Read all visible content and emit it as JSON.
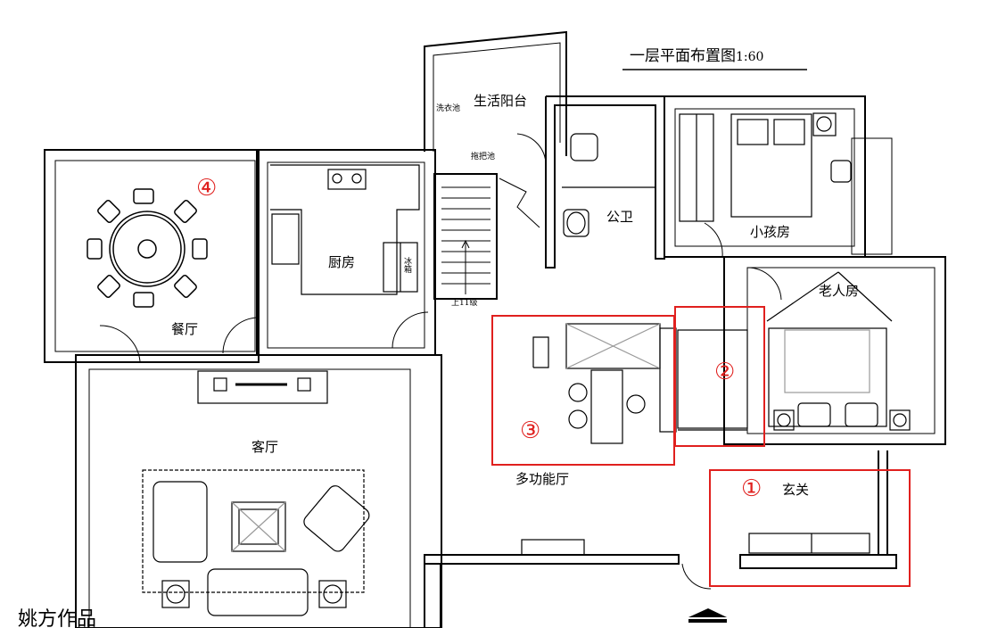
{
  "title": {
    "text": "一层平面布置图",
    "scale": "1:60"
  },
  "rooms": {
    "balcony": "生活阳台",
    "kitchen": "厨房",
    "dining": "餐厅",
    "living": "客厅",
    "multi": "多功能厅",
    "wc": "公卫",
    "kids": "小孩房",
    "elder": "老人房",
    "entry": "玄关"
  },
  "fixtures": {
    "washer": "洗衣池",
    "mop": "拖把池",
    "fridge": "冰箱",
    "stairs": "上11级"
  },
  "markers": [
    "①",
    "②",
    "③",
    "④"
  ],
  "credit": "姚方作品",
  "colors": {
    "wall": "#000000",
    "highlight": "#e0201e",
    "hatch": "#9a9a9a"
  }
}
